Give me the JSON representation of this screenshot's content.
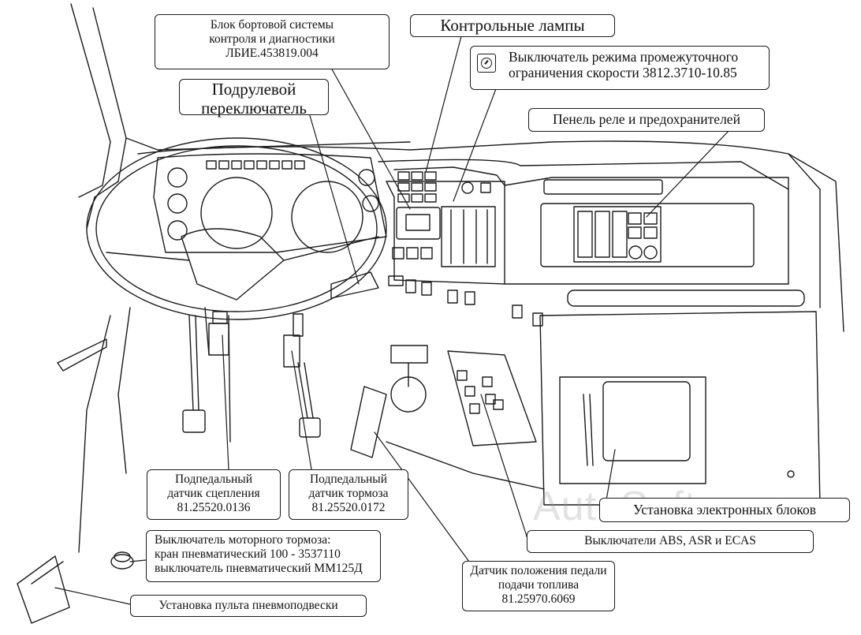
{
  "callouts": {
    "onboard_unit": [
      "Блок бортовой системы",
      "контроля и диагностики",
      "ЛБИЕ.453819.004"
    ],
    "warning_lamps": "Контрольные лампы",
    "speed_limit_switch": [
      "Выключатель режима промежуточного",
      "ограничения скорости 3812.3710-10.85"
    ],
    "steering_switch": [
      "Подрулевой",
      "переключатель"
    ],
    "relay_panel": "Пенель реле и предохранителей",
    "clutch_sensor": [
      "Подпедальный",
      "датчик сцепления",
      "81.25520.0136"
    ],
    "brake_sensor": [
      "Подпедальный",
      "датчик тормоза",
      "81.25520.0172"
    ],
    "engine_brake_switch": [
      "Выключатель моторного тормоза:",
      "кран пневматический  100 - 3537110",
      "выключатель пневматический ММ125Д"
    ],
    "electronic_units": "Установка электронных блоков",
    "abs_switches": "Выключатели ABS, ASR и ECAS",
    "throttle_sensor": [
      "Датчик положения педали",
      "подачи топлива",
      "81.25970.6069"
    ],
    "air_suspension_panel": "Установка пульта пневмоподвески"
  },
  "watermark": "AutoSoft",
  "icons": {
    "speed_limit_switch_symbol": "speedometer-icon"
  }
}
